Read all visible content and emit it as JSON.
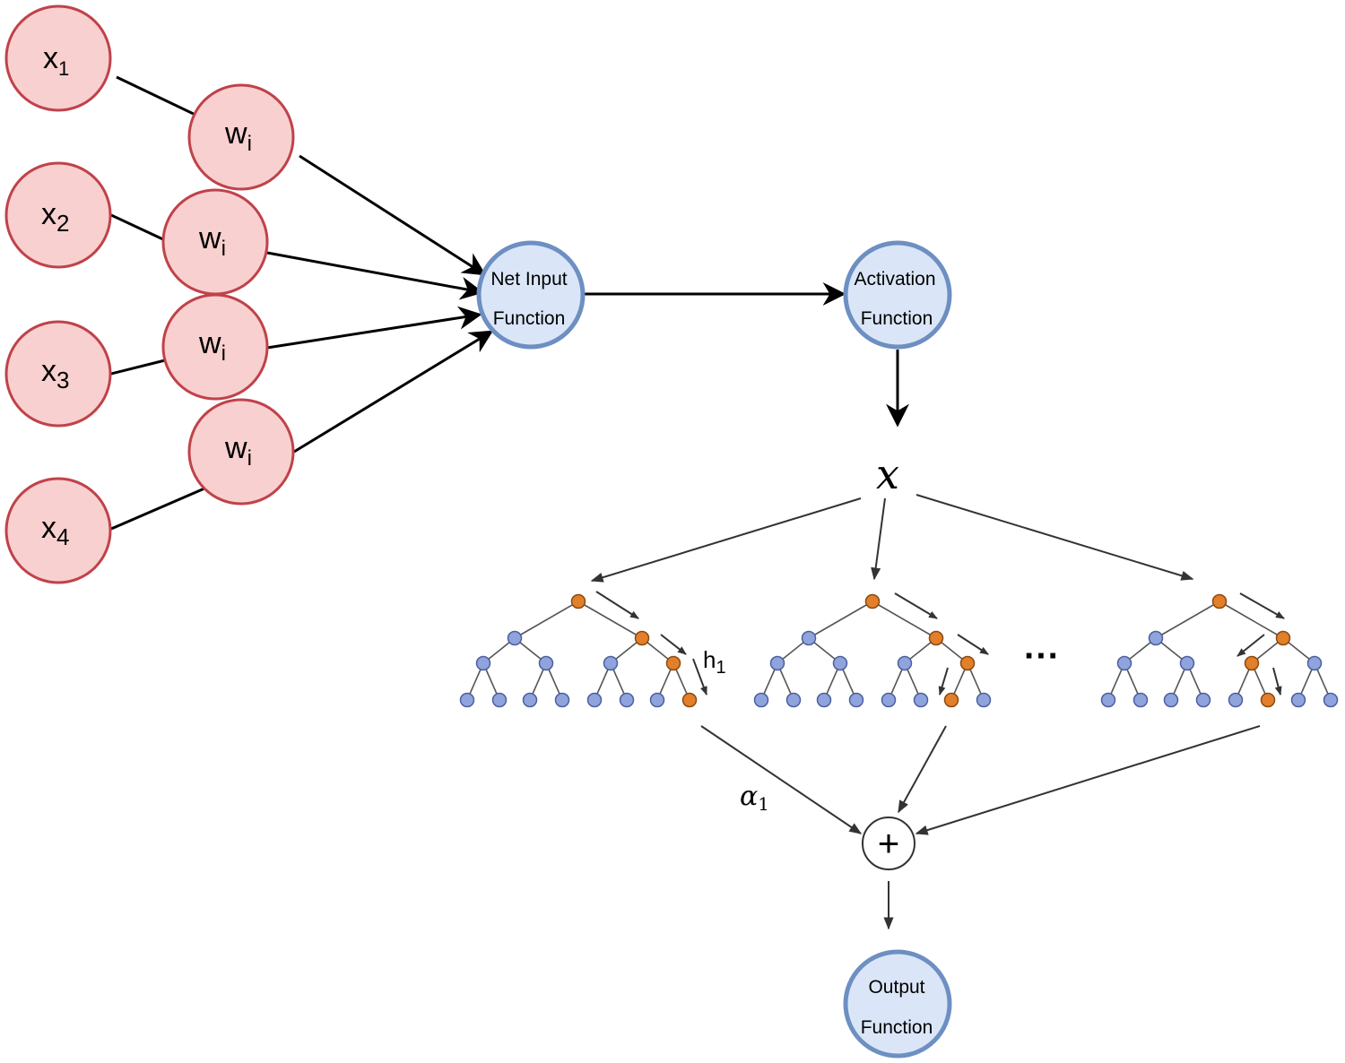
{
  "inputs": [
    {
      "base": "x",
      "sub": "1"
    },
    {
      "base": "x",
      "sub": "2"
    },
    {
      "base": "x",
      "sub": "3"
    },
    {
      "base": "x",
      "sub": "4"
    }
  ],
  "weights": [
    {
      "base": "w",
      "sub": "i"
    },
    {
      "base": "w",
      "sub": "i"
    },
    {
      "base": "w",
      "sub": "i"
    },
    {
      "base": "w",
      "sub": "i"
    }
  ],
  "net_input": {
    "line1": "Net Input",
    "line2": "Function"
  },
  "activation": {
    "line1": "Activation",
    "line2": "Function"
  },
  "output": {
    "line1": "Output",
    "line2": "Function"
  },
  "x_symbol": "x",
  "h_label": {
    "base": "h",
    "sub": "1"
  },
  "alpha_label": {
    "base": "α",
    "sub": "1"
  },
  "ellipsis": "···",
  "plus": "+",
  "colors": {
    "node_fill_red": "#f8d0d0",
    "node_stroke_red": "#c0424a",
    "node_fill_blue": "#dae6f7",
    "node_stroke_blue": "#6d8fc2",
    "tree_blue": "#8fa3dc",
    "tree_orange": "#e27f2a"
  }
}
